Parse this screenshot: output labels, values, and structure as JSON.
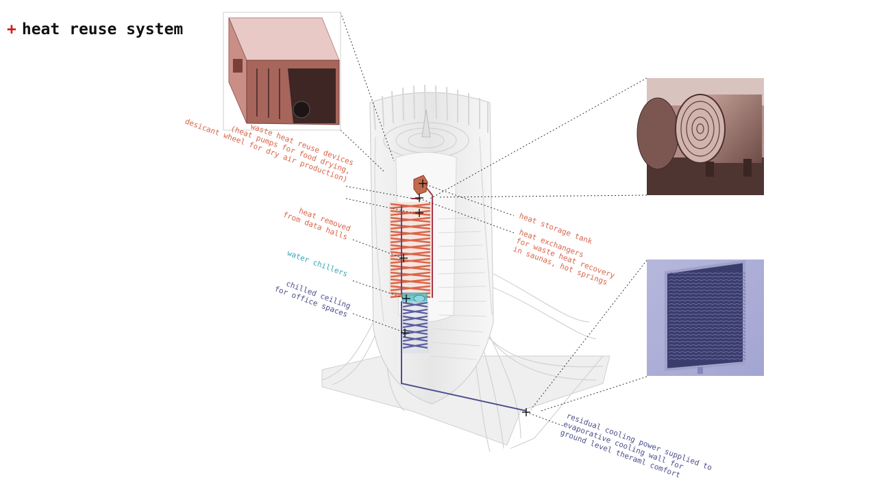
{
  "title": {
    "marker": "+",
    "text": "heat reuse system"
  },
  "labels": {
    "waste_heat": [
      "waste heat reuse devices",
      "(heat pumps for food drying,",
      "desicant wheel for dry air production)"
    ],
    "heat_removed": [
      "heat removed",
      "from data halls"
    ],
    "water_chillers": [
      "water chillers"
    ],
    "chilled_ceiling": [
      "chilled ceiling",
      "for office spaces"
    ],
    "heat_storage": [
      "heat storage tank"
    ],
    "heat_exchangers": [
      "heat exchangers",
      "for waste heat recovery",
      "in saunas, hot springs"
    ],
    "residual_cooling": [
      "residual cooling power supplied to",
      "evaporative cooling wall for",
      "ground level theraml comfort"
    ]
  },
  "colors": {
    "heat": "#d9654a",
    "chilled_water": "#3aa8b4",
    "cooling": "#4c4f8a",
    "title_marker": "#d11c1c"
  },
  "icons": {
    "inset_dryer": "heat-pump-dryer-container-image",
    "inset_exchanger": "shell-and-tube-heat-exchanger-image",
    "inset_cooling_wall": "evaporative-cooling-pad-image"
  }
}
